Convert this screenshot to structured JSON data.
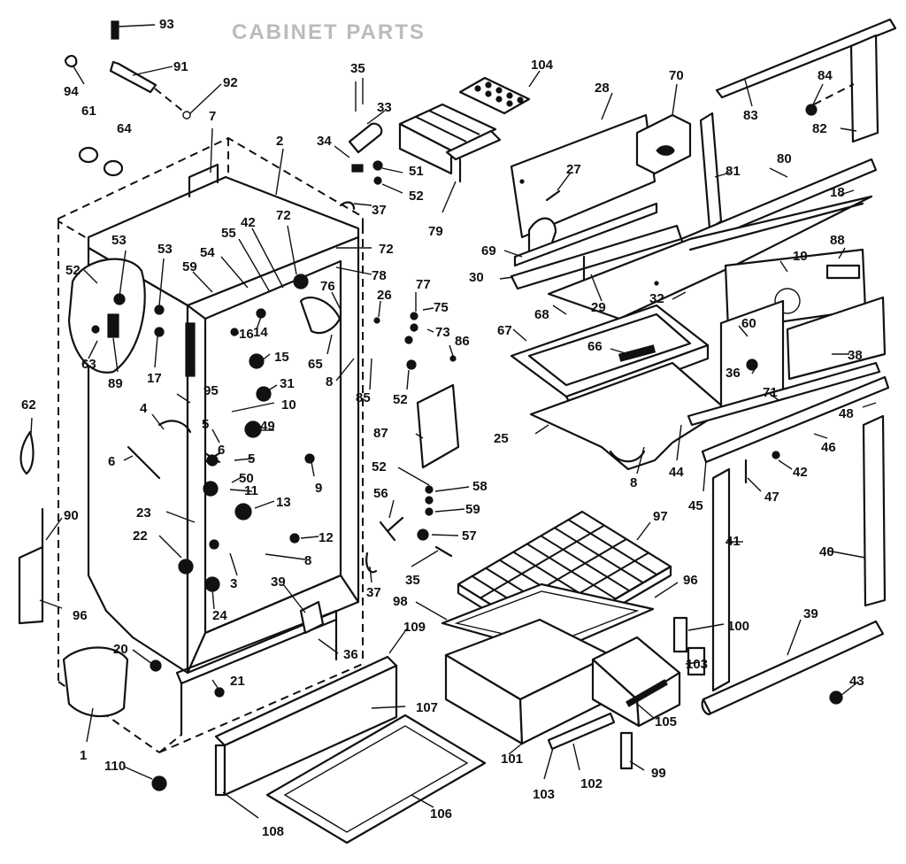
{
  "title": "CABINET PARTS",
  "labels": [
    "93",
    "91",
    "92",
    "94",
    "61",
    "64",
    "7",
    "2",
    "35",
    "33",
    "34",
    "51",
    "52",
    "37",
    "104",
    "28",
    "70",
    "84",
    "83",
    "82",
    "27",
    "79",
    "81",
    "80",
    "69",
    "30",
    "29",
    "32",
    "18",
    "88",
    "19",
    "68",
    "67",
    "66",
    "60",
    "36",
    "38",
    "53",
    "53",
    "52",
    "59",
    "54",
    "55",
    "42",
    "72",
    "72",
    "78",
    "76",
    "26",
    "77",
    "75",
    "73",
    "86",
    "63",
    "89",
    "17",
    "16",
    "14",
    "15",
    "31",
    "10",
    "65",
    "8",
    "85",
    "52",
    "25",
    "44",
    "8",
    "71",
    "48",
    "46",
    "45",
    "42",
    "47",
    "62",
    "4",
    "95",
    "6",
    "5",
    "49",
    "5",
    "50",
    "6",
    "11",
    "9",
    "87",
    "52",
    "58",
    "59",
    "23",
    "13",
    "22",
    "12",
    "8",
    "56",
    "57",
    "3",
    "35",
    "37",
    "97",
    "96",
    "41",
    "40",
    "90",
    "24",
    "98",
    "39",
    "96",
    "20",
    "39",
    "36",
    "109",
    "100",
    "103",
    "43",
    "21",
    "105",
    "107",
    "101",
    "103",
    "102",
    "99",
    "1",
    "110",
    "108",
    "106"
  ]
}
